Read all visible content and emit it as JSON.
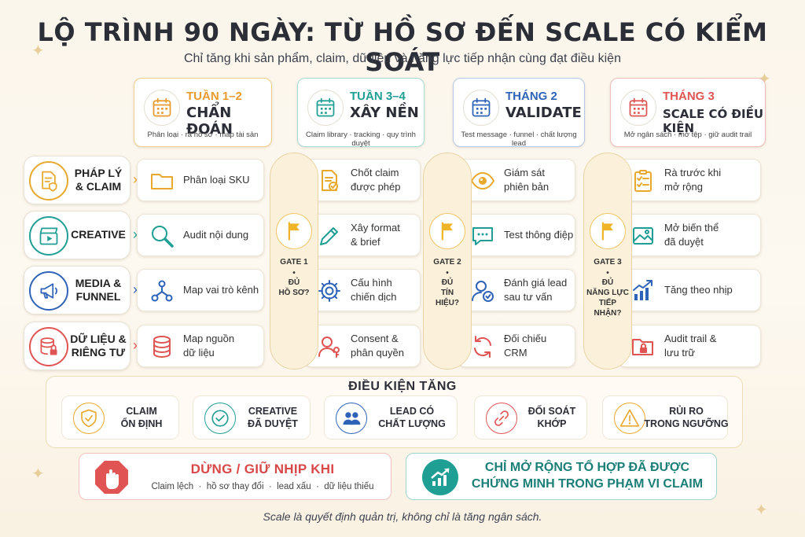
{
  "title": "LỘ TRÌNH 90 NGÀY: TỪ HỒ SƠ ĐẾN SCALE CÓ KIỂM SOÁT",
  "subtitle": "Chỉ tăng khi sản phẩm, claim, dữ liệu và năng lực tiếp nhận cùng đạt điều kiện",
  "colors": {
    "gold": "#f0b429",
    "teal": "#1f9e94",
    "blue": "#2f63b8",
    "red": "#e05454",
    "orange": "#e89a2c"
  },
  "phases": [
    {
      "name": "TUẦN 1–2",
      "title": "CHẨN ĐOÁN",
      "desc": "Phân loại · rà hồ sơ · map tài sản",
      "color": "#e89a2c",
      "border": "#f2cf8c",
      "icon": "calendar-icon"
    },
    {
      "name": "TUẦN 3–4",
      "title": "XÂY NỀN",
      "desc": "Claim library · tracking · quy trình duyệt",
      "color": "#1f9e94",
      "border": "#a6dcd6",
      "icon": "calendar-icon"
    },
    {
      "name": "THÁNG 2",
      "title": "VALIDATE",
      "desc": "Test message · funnel · chất lượng lead",
      "color": "#2f63b8",
      "border": "#b5c8e8",
      "icon": "calendar-icon"
    },
    {
      "name": "THÁNG 3",
      "title": "SCALE CÓ ĐIỀU KIỆN",
      "desc": "Mở ngân sách · mở tệp · giữ audit trail",
      "color": "#e05454",
      "border": "#f0bcbc",
      "icon": "calendar-icon"
    }
  ],
  "rows": [
    {
      "label": "PHÁP LÝ\n& CLAIM",
      "color": "#e8a92c",
      "icon": "document-shield-icon"
    },
    {
      "label": "CREATIVE",
      "color": "#1f9e94",
      "icon": "clapperboard-icon"
    },
    {
      "label": "MEDIA &\nFUNNEL",
      "color": "#2f63b8",
      "icon": "megaphone-icon"
    },
    {
      "label": "DỮ LIỆU &\nRIÊNG TƯ",
      "color": "#e05454",
      "icon": "database-lock-icon"
    }
  ],
  "tasks": [
    [
      {
        "text": "Phân loại SKU",
        "icon": "folder-icon"
      },
      {
        "text": "Chốt claim\nđược phép",
        "icon": "document-check-icon"
      },
      {
        "text": "Giám sát\nphiên bản",
        "icon": "eye-icon"
      },
      {
        "text": "Rà trước khi\nmở rộng",
        "icon": "clipboard-checklist-icon"
      }
    ],
    [
      {
        "text": "Audit nội dung",
        "icon": "magnifier-icon"
      },
      {
        "text": "Xây format\n& brief",
        "icon": "pencil-icon"
      },
      {
        "text": "Test thông điệp",
        "icon": "chat-bubble-icon"
      },
      {
        "text": "Mở biến thể\nđã duyệt",
        "icon": "image-icon"
      }
    ],
    [
      {
        "text": "Map vai trò kênh",
        "icon": "network-icon"
      },
      {
        "text": "Cấu hình\nchiến dịch",
        "icon": "gear-icon"
      },
      {
        "text": "Đánh giá lead\nsau tư vấn",
        "icon": "user-check-icon"
      },
      {
        "text": "Tăng theo nhịp",
        "icon": "growth-chart-icon"
      }
    ],
    [
      {
        "text": "Map nguồn\ndữ liệu",
        "icon": "database-icon"
      },
      {
        "text": "Consent &\nphân quyền",
        "icon": "user-key-icon"
      },
      {
        "text": "Đối chiếu\nCRM",
        "icon": "sync-icon"
      },
      {
        "text": "Audit trail &\nlưu trữ",
        "icon": "folder-lock-icon"
      }
    ]
  ],
  "gates": [
    {
      "label": "GATE 1",
      "question": "ĐỦ\nHỒ SƠ?"
    },
    {
      "label": "GATE 2",
      "question": "ĐỦ\nTÍN\nHIỆU?"
    },
    {
      "label": "GATE 3",
      "question": "ĐỦ\nNĂNG LỰC\nTIẾP\nNHẬN?"
    }
  ],
  "conditions_title": "ĐIỀU KIỆN TĂNG",
  "conditions": [
    {
      "text": "CLAIM\nỔN ĐỊNH",
      "icon": "shield-check-icon",
      "color": "#e8a92c"
    },
    {
      "text": "CREATIVE\nĐÃ DUYỆT",
      "icon": "check-circle-icon",
      "color": "#1f9e94"
    },
    {
      "text": "LEAD CÓ\nCHẤT LƯỢNG",
      "icon": "people-icon",
      "color": "#2f63b8"
    },
    {
      "text": "ĐỐI SOÁT\nKHỚP",
      "icon": "link-icon",
      "color": "#e05454"
    },
    {
      "text": "RỦI RO\nTRONG NGƯỠNG",
      "icon": "warning-icon",
      "color": "#e8a92c"
    }
  ],
  "stop": {
    "title": "DỪNG / GIỮ NHỊP KHI",
    "items": "Claim lệch  ·  hồ sơ thay đổi  ·  lead xấu  ·  dữ liệu thiếu",
    "icon": "stop-hand-icon"
  },
  "scale": {
    "text": "CHỈ MỞ RỘNG TỔ HỢP ĐÃ ĐƯỢC\nCHỨNG MINH TRONG PHẠM VI CLAIM",
    "icon": "trend-up-icon"
  },
  "footer": "Scale là quyết định quản trị, không chỉ là tăng ngân sách."
}
